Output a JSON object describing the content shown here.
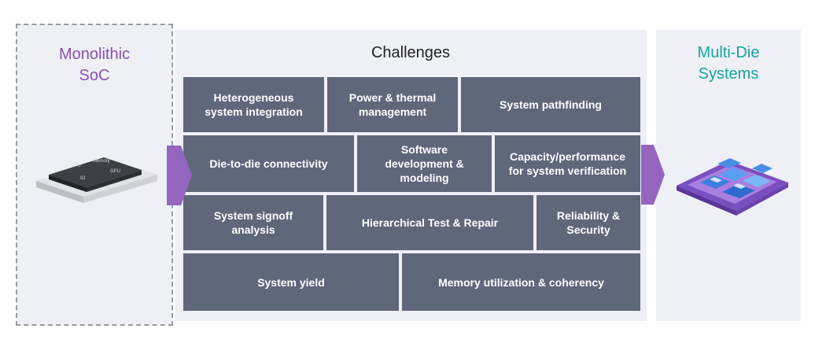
{
  "monolithic": {
    "title": "Monolithic\nSoC"
  },
  "challenges": {
    "title": "Challenges",
    "items": [
      "Heterogeneous\nsystem integration",
      "Power & thermal\nmanagement",
      "System pathfinding",
      "Die-to-die connectivity",
      "Software\ndevelopment &\nmodeling",
      "Capacity/performance\nfor system verification",
      "System signoff\nanalysis",
      "Hierarchical Test & Repair",
      "Reliability &\nSecurity",
      "System yield",
      "Memory utilization & coherency"
    ]
  },
  "multidie": {
    "title": "Multi-Die\nSystems"
  },
  "chip_labels": {
    "cpu": "CPU",
    "memory": "Memory",
    "io": "IO",
    "gpu": "GPU"
  },
  "colors": {
    "box": "#5f677a",
    "arrow": "#9466c0",
    "mono_title": "#8d4fb4",
    "multi_title": "#17a3a0"
  }
}
